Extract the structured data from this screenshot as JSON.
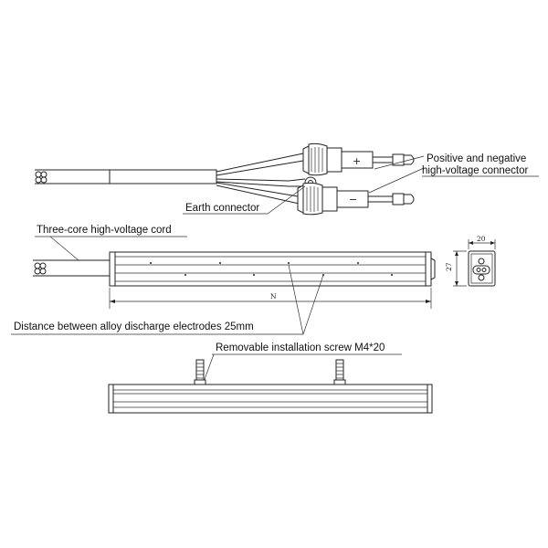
{
  "labels": {
    "connector_line1": "Positive and negative",
    "connector_line2": "high-voltage connector",
    "earth": "Earth connector",
    "cord": "Three-core high-voltage cord",
    "electrodes": "Distance between alloy discharge electrodes 25mm",
    "screw": "Removable installation screw M4*20"
  },
  "symbols": {
    "plus": "+",
    "minus": "−"
  },
  "dims": {
    "length": "N",
    "width": "20",
    "height": "27"
  }
}
